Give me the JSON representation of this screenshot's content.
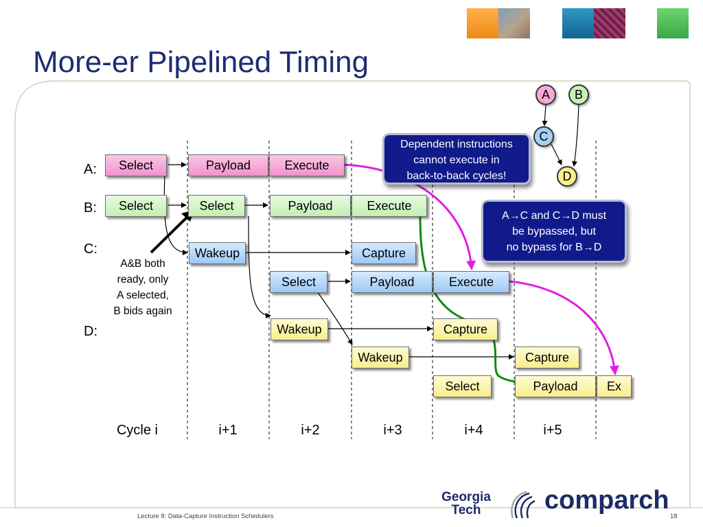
{
  "title": "More-er Pipelined Timing",
  "row_labels": [
    "A:",
    "B:",
    "C:",
    "D:"
  ],
  "boxes": {
    "a_select": "Select",
    "a_payload": "Payload",
    "a_execute": "Execute",
    "b_select1": "Select",
    "b_select2": "Select",
    "b_payload": "Payload",
    "b_execute": "Execute",
    "c_wakeup": "Wakeup",
    "c_capture": "Capture",
    "c_select": "Select",
    "c_payload": "Payload",
    "c_execute": "Execute",
    "d_wakeup1": "Wakeup",
    "d_capture1": "Capture",
    "d_wakeup2": "Wakeup",
    "d_capture2": "Capture",
    "d_select": "Select",
    "d_payload": "Payload",
    "d_ex": "Ex"
  },
  "note_lines": [
    "A&B both",
    "ready, only",
    "A selected,",
    "B bids again"
  ],
  "callout1_lines": [
    "Dependent instructions",
    "cannot execute in",
    "back-to-back cycles!"
  ],
  "callout2_lines": [
    "A→C and C→D must",
    "be bypassed, but",
    "no bypass for B→D"
  ],
  "graph_nodes": [
    "A",
    "B",
    "C",
    "D"
  ],
  "cycles": [
    "Cycle i",
    "i+1",
    "i+2",
    "i+3",
    "i+4",
    "i+5"
  ],
  "footer": "Lecture 8: Data-Capture Instruction Schedulers",
  "page_number": "18",
  "logo_georgia_tech": [
    "Georgia",
    "Tech"
  ],
  "logo_comparch": "comparch",
  "colors": {
    "title": "#1c2d73",
    "pink_box": "#f193cc",
    "green_box": "#c3efb4",
    "blue_box": "#9cc8f5",
    "yellow_box": "#f8ee8c",
    "callout": "#101a8a",
    "magenta_arrow": "#e21ce5",
    "green_arrow": "#0f8a0f"
  }
}
